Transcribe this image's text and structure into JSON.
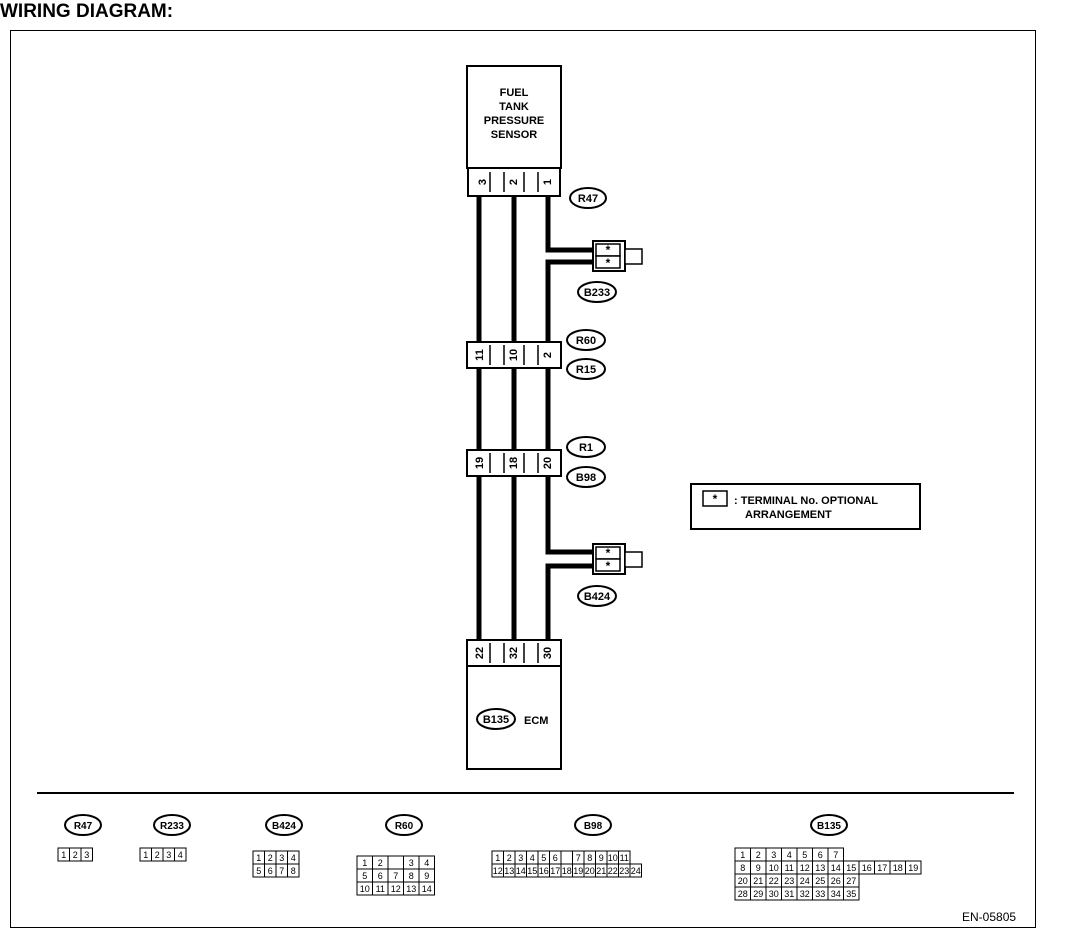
{
  "title": "WIRING DIAGRAM:",
  "figure_code": "EN-05805",
  "sensor": {
    "label": [
      "FUEL",
      "TANK",
      "PRESSURE",
      "SENSOR"
    ],
    "connector": "R47",
    "pins": [
      "3",
      "2",
      "1"
    ]
  },
  "b233_label": "B233",
  "r60_block": {
    "pins": [
      "11",
      "10",
      "2"
    ],
    "labels": [
      "R60",
      "R15"
    ]
  },
  "r1_block": {
    "pins": [
      "19",
      "18",
      "20"
    ],
    "labels": [
      "R1",
      "B98"
    ]
  },
  "b424_label": "B424",
  "ecm": {
    "pins": [
      "22",
      "32",
      "30"
    ],
    "connector": "B135",
    "label": "ECM"
  },
  "star": "*",
  "legend": {
    "symbol": "*",
    "line1": ": TERMINAL No. OPTIONAL",
    "line2": "ARRANGEMENT"
  },
  "views": {
    "r47": {
      "label": "R47",
      "rows": [
        [
          "1",
          "2",
          "3"
        ]
      ]
    },
    "r233": {
      "label": "R233",
      "rows": [
        [
          "1",
          "2",
          "3",
          "4"
        ]
      ]
    },
    "b424": {
      "label": "B424",
      "rows": [
        [
          "1",
          "2",
          "3",
          "4"
        ],
        [
          "5",
          "6",
          "7",
          "8"
        ]
      ]
    },
    "r60": {
      "label": "R60",
      "rows": [
        [
          "1",
          "2",
          "",
          "3",
          "4"
        ],
        [
          "5",
          "6",
          "7",
          "8",
          "9"
        ],
        [
          "10",
          "11",
          "12",
          "13",
          "14"
        ]
      ]
    },
    "b98": {
      "label": "B98",
      "rows": [
        [
          "1",
          "2",
          "3",
          "4",
          "5",
          "6",
          "",
          "7",
          "8",
          "9",
          "10",
          "11"
        ],
        [
          "12",
          "13",
          "14",
          "15",
          "16",
          "17",
          "18",
          "19",
          "20",
          "21",
          "22",
          "23",
          "24"
        ]
      ]
    },
    "b135": {
      "label": "B135",
      "rows": [
        [
          "1",
          "2",
          "3",
          "4",
          "5",
          "6",
          "7"
        ],
        [
          "8",
          "9",
          "10",
          "11",
          "12",
          "13",
          "14",
          "15",
          "16",
          "17",
          "18",
          "19"
        ],
        [
          "20",
          "21",
          "22",
          "23",
          "24",
          "25",
          "26",
          "27"
        ],
        [
          "28",
          "29",
          "30",
          "31",
          "32",
          "33",
          "34",
          "35"
        ]
      ]
    }
  }
}
